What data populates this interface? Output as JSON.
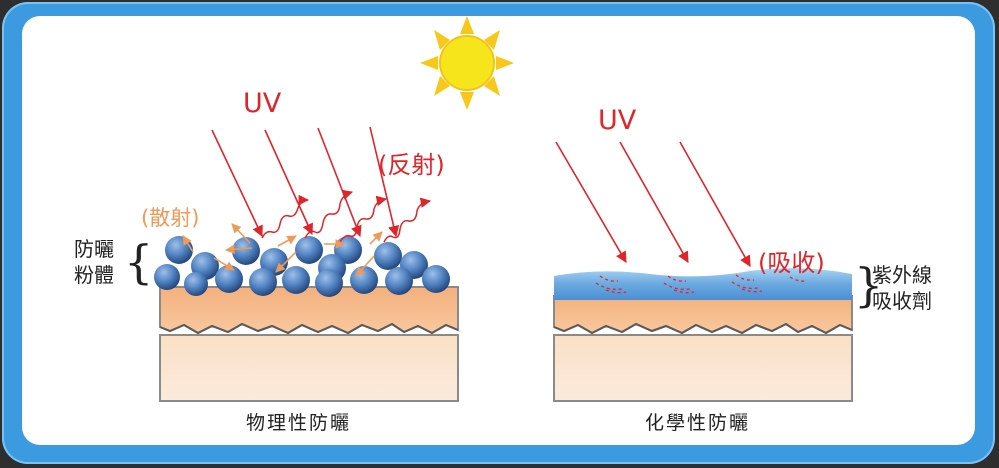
{
  "left_panel": {
    "uv_label": "UV",
    "reflect_label": "(反射)",
    "scatter_label": "(散射)",
    "layer_label_line1": "防曬",
    "layer_label_line2": "粉體",
    "caption": "物理性防曬"
  },
  "right_panel": {
    "uv_label": "UV",
    "absorb_label": "(吸收)",
    "layer_label_line1": "紫外線",
    "layer_label_line2": "吸收劑",
    "caption": "化學性防曬"
  },
  "colors": {
    "frame": "#3c9be0",
    "uv_red": "#e0252a",
    "scatter_orange": "#ee9a58",
    "skin_top": "#f7bd8e",
    "skin_bottom": "#f9e3cb",
    "particle_blue": "#3d6fae",
    "absorber_blue": "#69a9e0",
    "sun": "#f7e51c"
  }
}
